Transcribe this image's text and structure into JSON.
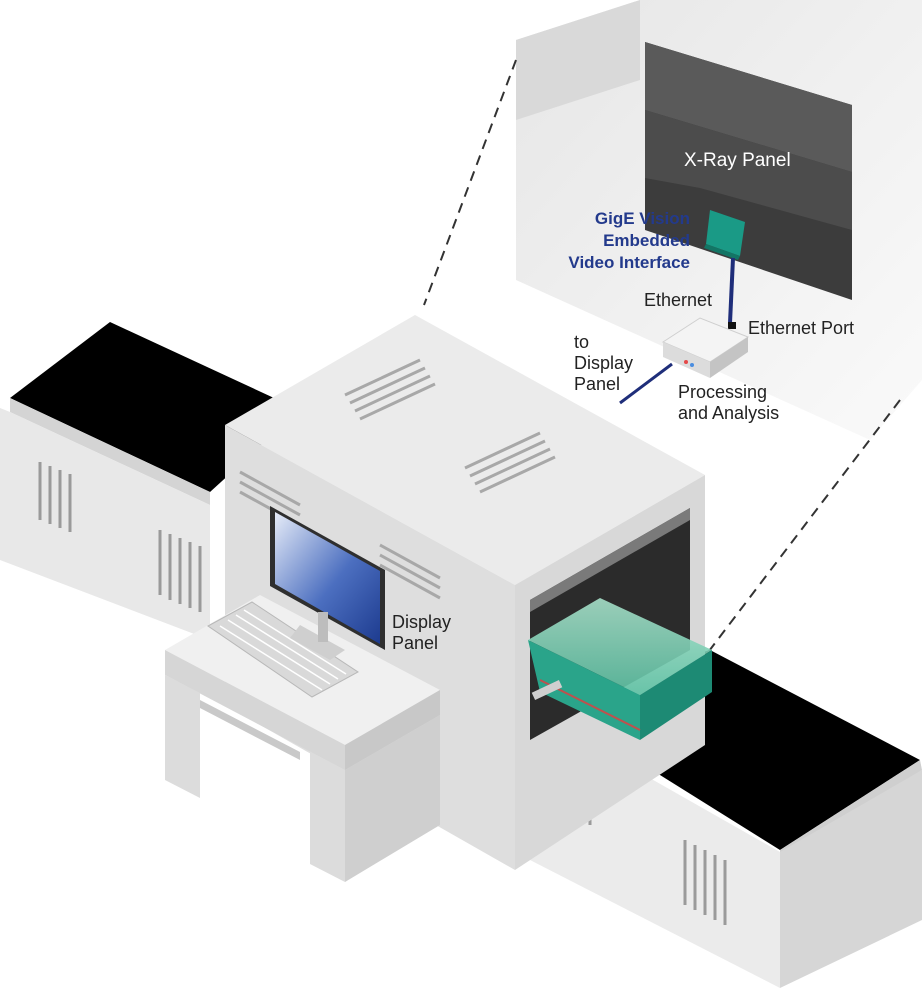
{
  "labels": {
    "xray_panel": "X-Ray Panel",
    "gige_vision": "GigE Vision\nEmbedded\nVideo Interface",
    "ethernet": "Ethernet",
    "ethernet_port": "Ethernet Port",
    "to_display_panel": "to\nDisplay\nPanel",
    "processing_analysis": "Processing\nand Analysis",
    "display_panel": "Display\nPanel"
  },
  "colors": {
    "machine_light": "#ebebeb",
    "machine_mid": "#dcdcdc",
    "machine_dark": "#c8c8c8",
    "belt": "#000000",
    "xray_panel": "#3c3c3c",
    "interface_board": "#1a9a86",
    "cable": "#1f2e7a",
    "baggage": "#2aa48a",
    "label_blue": "#233a8c"
  },
  "icons": [
    "keyboard-icon",
    "monitor-icon",
    "processing-box-icon",
    "baggage-icon"
  ]
}
